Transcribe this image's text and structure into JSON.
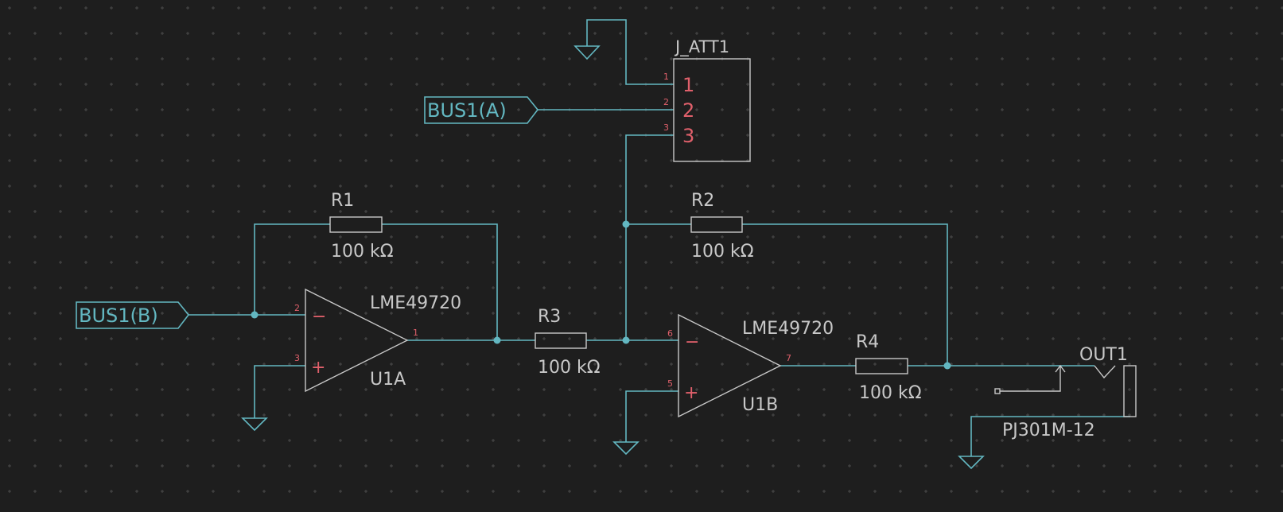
{
  "colors": {
    "background": "#1e1e1e",
    "wire": "#63b7c1",
    "component": "#c8c8c8",
    "pin": "#e0606b",
    "grid": "#4a4a4a"
  },
  "connector": {
    "ref": "J_ATT1",
    "pins": [
      "1",
      "2",
      "3"
    ]
  },
  "ports": {
    "bus_a": "BUS1(A)",
    "bus_b": "BUS1(B)"
  },
  "opamps": {
    "u1a": {
      "part": "LME49720",
      "ref": "U1A",
      "pin_inv": "2",
      "pin_noninv": "3",
      "pin_out": "1"
    },
    "u1b": {
      "part": "LME49720",
      "ref": "U1B",
      "pin_inv": "6",
      "pin_noninv": "5",
      "pin_out": "7"
    }
  },
  "symbols": {
    "minus": "−",
    "plus": "+"
  },
  "resistors": {
    "r1": {
      "ref": "R1",
      "value": "100 kΩ"
    },
    "r2": {
      "ref": "R2",
      "value": "100 kΩ"
    },
    "r3": {
      "ref": "R3",
      "value": "100 kΩ"
    },
    "r4": {
      "ref": "R4",
      "value": "100 kΩ"
    }
  },
  "output_jack": {
    "ref": "OUT1",
    "part": "PJ301M-12"
  },
  "icons": {
    "ground": "ground-icon",
    "junction": "junction-dot-icon"
  }
}
